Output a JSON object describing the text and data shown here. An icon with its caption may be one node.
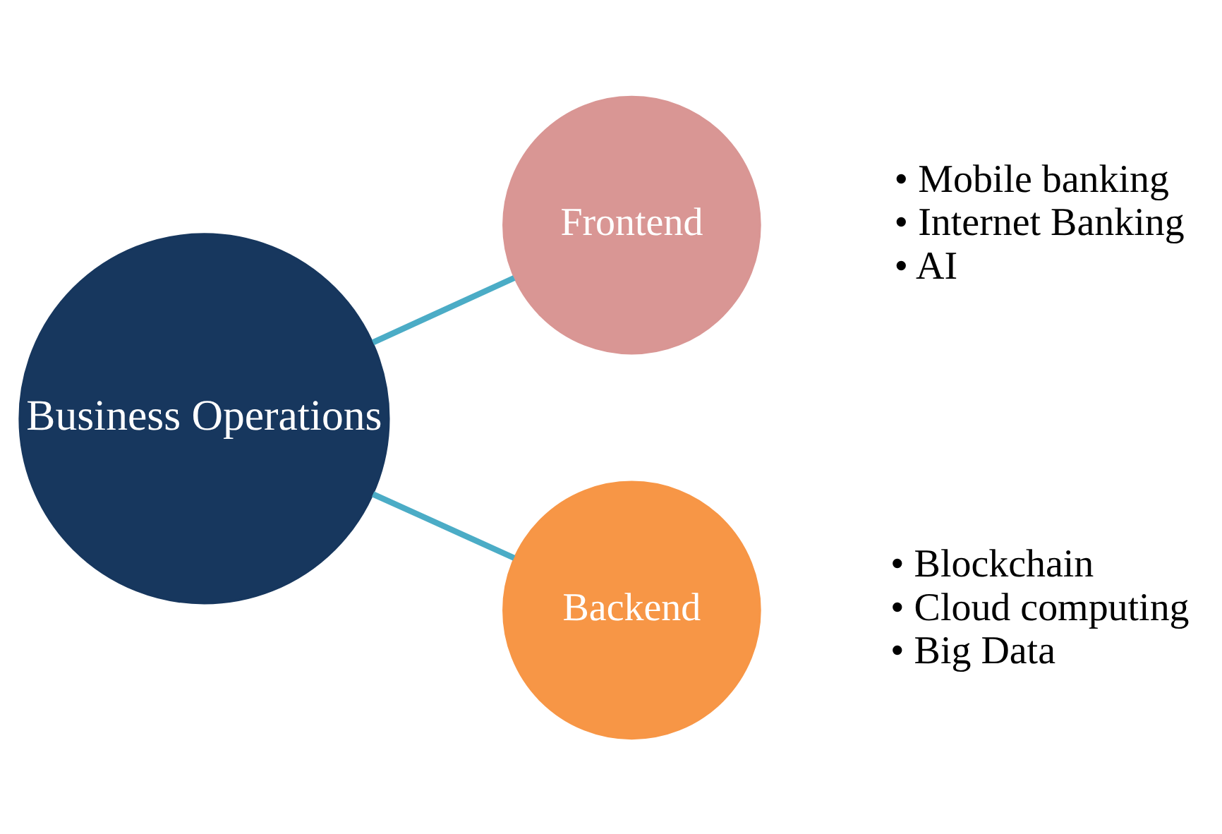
{
  "diagram": {
    "nodes": [
      {
        "text": [
          "Business Operations"
        ]
      },
      {
        "text": [
          "Frontend"
        ],
        "beside": [
          "• Mobile banking",
          "• Internet Banking",
          "• AI"
        ]
      },
      {
        "text": [
          "Backend"
        ],
        "beside": [
          "• Blockchain",
          "• Cloud computing",
          "• Big Data"
        ]
      }
    ],
    "edges": [
      {
        "from": 0,
        "to": 1,
        "arrow": "none"
      },
      {
        "from": 0,
        "to": 2,
        "arrow": "none"
      }
    ]
  }
}
